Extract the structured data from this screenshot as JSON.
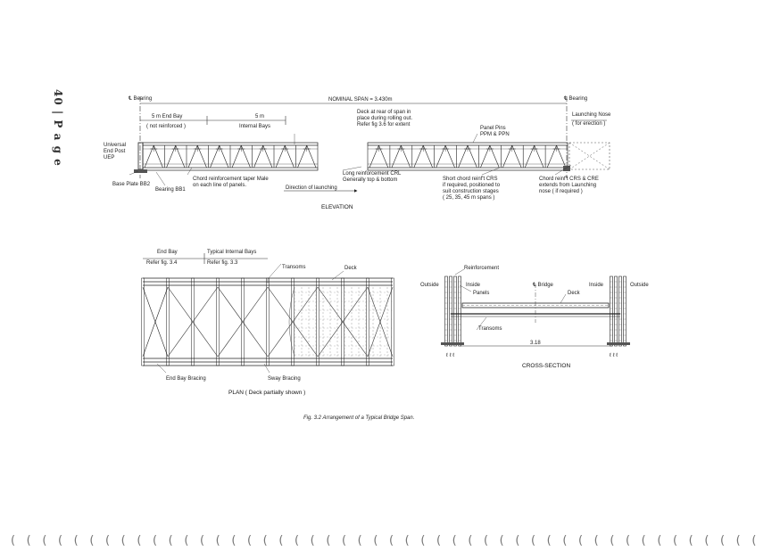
{
  "page_number": "40 | P a g e",
  "elevation": {
    "bearing_left": "℄ Bearing",
    "bearing_right": "℄ Bearing",
    "nominal_span": "NOMINAL SPAN = 3.430m",
    "dim_5m_end_bay": "5 m   End Bay",
    "not_reinforced": "( not reinforced )",
    "dim_5m_internal": "5 m",
    "internal_bays": "Internal Bays",
    "deck_at_rear": "Deck at rear of span in\nplace during rolling out.\nRefer fig 3.6 for extent",
    "launching_nose": "Launching Nose",
    "for_erection": "( for erection )",
    "panel_pins": "Panel Pins\nPPM & PPN",
    "universal_end_post": "Universal\nEnd Post\nUEP",
    "base_plate": "Base Plate BB2",
    "bearing_bb1": "Bearing BB1",
    "chord_taper": "Chord reinforcement taper Male\non each line of panels.",
    "direction_launching": "Direction of launching",
    "long_reinf": "Long reinforcement CRL\nGenerally top & bottom",
    "short_chord": "Short chord reinf't CRS\nif required, positioned to\nsuit construction stages\n( 25, 35, 45 m  spans )",
    "chord_reinf_crs_cre": "Chord reinf't CRS & CRE\nextends from Launching\nnose ( if required )",
    "title": "ELEVATION"
  },
  "plan": {
    "end_bay": "End Bay",
    "refer_34": "Refer fig. 3.4",
    "typical_internal_bays": "Typical Internal Bays",
    "refer_33": "Refer fig. 3.3",
    "transoms": "Transoms",
    "deck": "Deck",
    "end_bay_bracing": "End Bay Bracing",
    "sway_bracing": "Sway Bracing",
    "title": "PLAN ( Deck partially shown )"
  },
  "cross_section": {
    "reinforcement": "Reinforcement",
    "outside_left": "Outside",
    "inside_left": "Inside",
    "panels": "Panels",
    "bridge_cl": "℄ Bridge",
    "deck": "Deck",
    "inside_right": "Inside",
    "outside_right": "Outside",
    "transoms": "Transoms",
    "width": "3.18",
    "title": "CROSS-SECTION",
    "base_left": "ℓ ℓ ℓ",
    "base_right": "ℓ ℓ ℓ"
  },
  "caption": "Fig. 3.2  Arrangement of a Typical Bridge Span.",
  "colors": {
    "ink": "#222222",
    "frame": "#cccccc",
    "ring": "#777777"
  },
  "binder_ring_glyph": "(",
  "binder_ring_count": 48
}
